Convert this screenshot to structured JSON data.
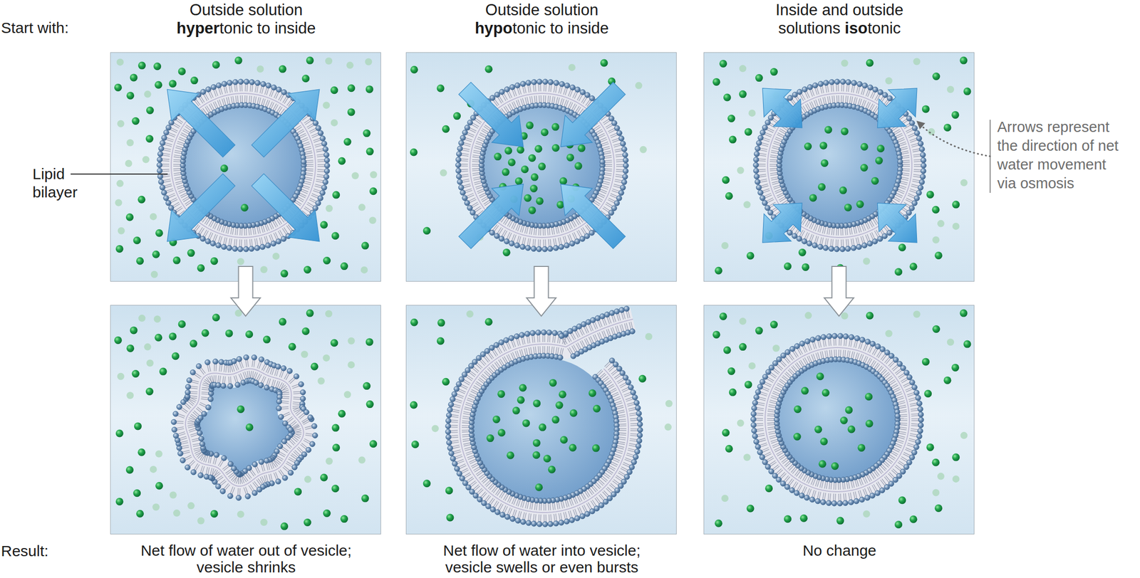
{
  "diagram": {
    "nodes": [
      {
        "text": [
          "Outside solution hypertonic to inside"
        ]
      },
      {
        "text": [
          "Outside solution hypotonic to inside"
        ]
      },
      {
        "text": [
          "Inside and outside solutions isotonic"
        ]
      },
      {
        "text": [
          "Net flow of water out of vesicle; vesicle shrinks"
        ]
      },
      {
        "text": [
          "Net flow of water into vesicle; vesicle swells or even bursts"
        ]
      },
      {
        "text": [
          "No change"
        ]
      }
    ],
    "edges": [
      {
        "from": 0,
        "to": 3,
        "arrow": "to"
      },
      {
        "from": 1,
        "to": 4,
        "arrow": "to"
      },
      {
        "from": 2,
        "to": 5,
        "arrow": "to"
      }
    ],
    "labels": [
      "Start with:",
      "Lipid bilayer",
      "Arrows represent the direction of net water movement via osmosis",
      "Result:"
    ]
  }
}
